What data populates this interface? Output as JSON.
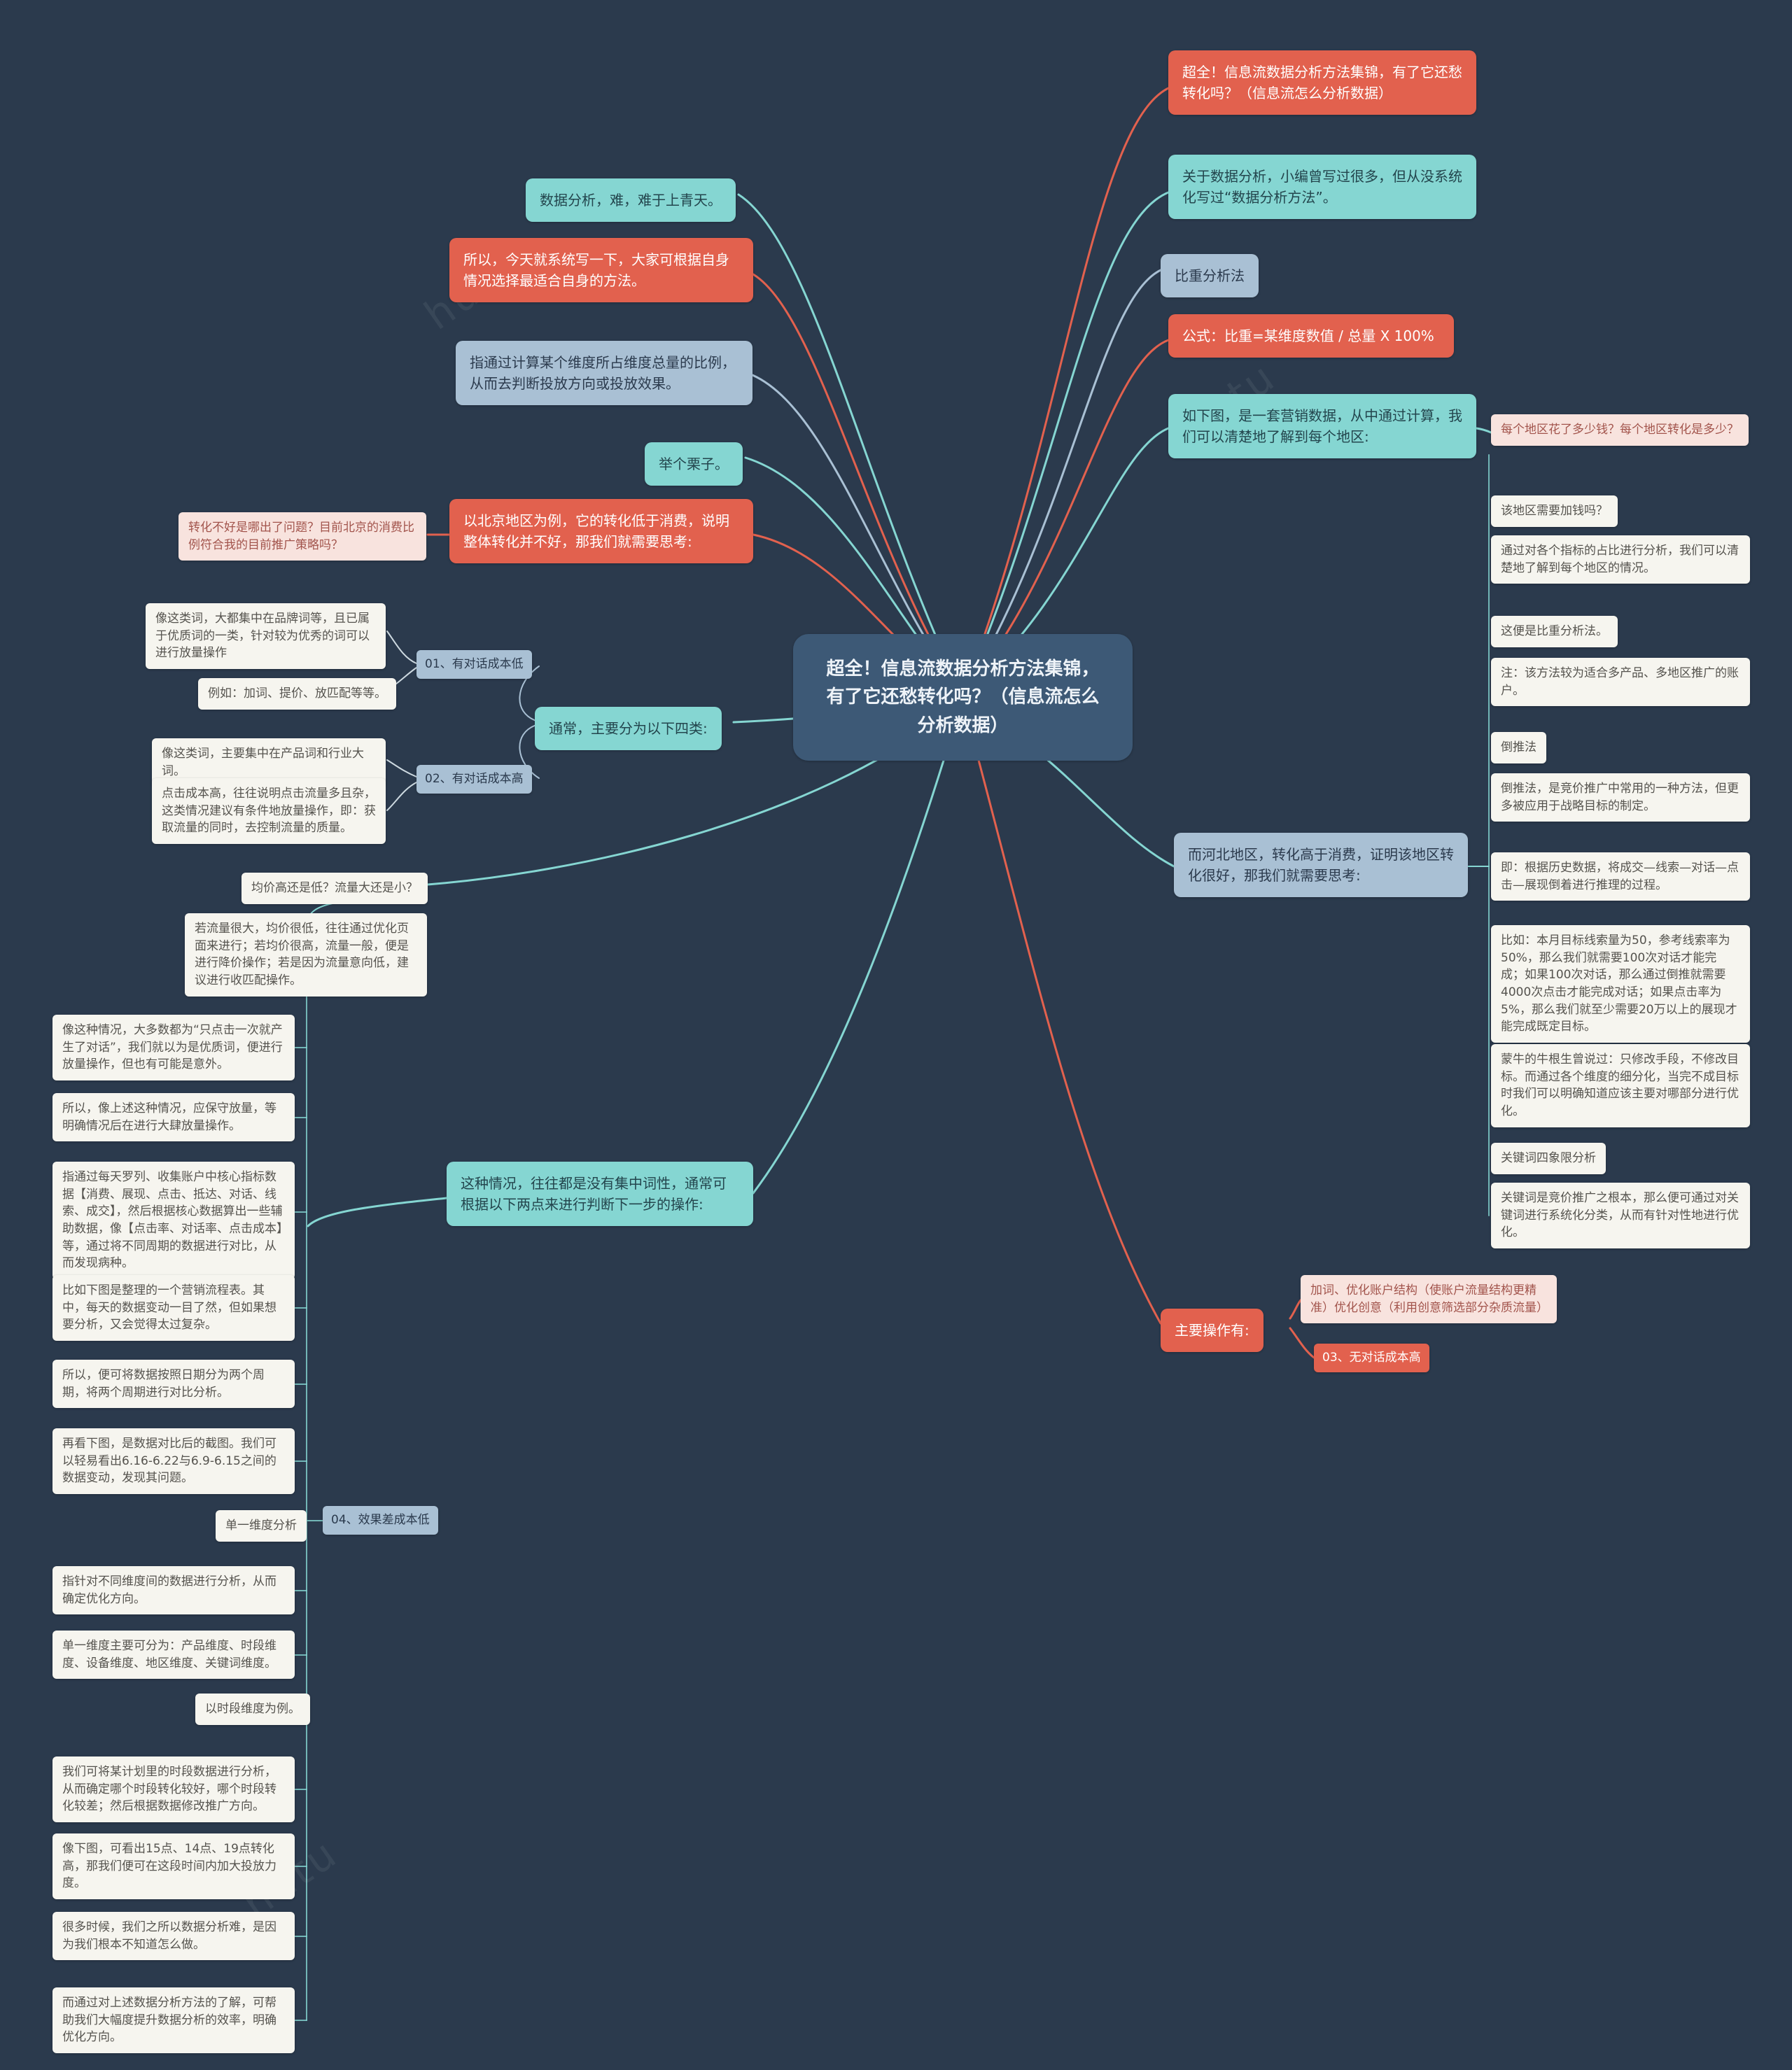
{
  "colors": {
    "background": "#2b3a4d",
    "orange": "#e2614e",
    "teal": "#85d6d2",
    "gray_blue": "#a9c0d4",
    "pink": "#f8e3de",
    "white_node": "#f6f5ef",
    "center_node": "#3d5976"
  },
  "watermark": {
    "text": "hutu"
  },
  "nodes": {
    "center": {
      "text": "超全！信息流数据分析方法集锦，有了它还愁转化吗？（信息流怎么分析数据）"
    },
    "title_top": {
      "text": "超全！信息流数据分析方法集锦，有了它还愁转化吗？（信息流怎么分析数据）"
    },
    "about": {
      "text": "关于数据分析，小编曾写过很多，但从没系统化写过“数据分析方法”。"
    },
    "bizhongfa": {
      "text": "比重分析法"
    },
    "formula": {
      "text": "公式：比重=某维度数值 / 总量 X 100%"
    },
    "rutuxia": {
      "text": "如下图，是一套营销数据，从中通过计算，我们可以清楚地了解到每个地区:"
    },
    "pink_region": {
      "text": "每个地区花了多少钱？每个地区转化是多少？"
    },
    "r_need_money": {
      "text": "该地区需要加钱吗？"
    },
    "r_zhanbi": {
      "text": "通过对各个指标的占比进行分析，我们可以清楚地了解到每个地区的情况。"
    },
    "r_this_is": {
      "text": "这便是比重分析法。"
    },
    "r_note": {
      "text": "注：该方法较为适合多产品、多地区推广的账户。"
    },
    "r_daotuifa": {
      "text": "倒推法"
    },
    "r_daotui_desc": {
      "text": "倒推法，是竞价推广中常用的一种方法，但更多被应用于战略目标的制定。"
    },
    "r_daotui_ji": {
      "text": "即：根据历史数据，将成交—线索—对话—点击—展现倒着进行推理的过程。"
    },
    "r_daotui_eg": {
      "text": "比如：本月目标线索量为50，参考线索率为50%，那么我们就需要100次对话才能完成；如果100次对话，那么通过倒推就需要4000次点击才能完成对话；如果点击率为5%，那么我们就至少需要20万以上的展现才能完成既定目标。"
    },
    "r_mengniu": {
      "text": "蒙牛的牛根生曾说过：只修改手段，不修改目标。而通过各个维度的细分化，当完不成目标时我们可以明确知道应该主要对哪部分进行优化。"
    },
    "r_quadrant": {
      "text": "关键词四象限分析"
    },
    "r_keyword": {
      "text": "关键词是竞价推广之根本，那么便可通过对关键词进行系统化分类，从而有针对性地进行优化。"
    },
    "hebei": {
      "text": "而河北地区，转化高于消费，证明该地区转化很好，那我们就需要思考:"
    },
    "nan": {
      "text": "数据分析，难，难于上青天。"
    },
    "suoyi_today": {
      "text": "所以，今天就系统写一下，大家可根据自身情况选择最适合自身的方法。"
    },
    "zhitong": {
      "text": "指通过计算某个维度所占维度总量的比例，从而去判断投放方向或投放效果。"
    },
    "lizi": {
      "text": "举个栗子。"
    },
    "beijing": {
      "text": "以北京地区为例，它的转化低于消费，说明整体转化并不好，那我们就需要思考:"
    },
    "pink_beijing": {
      "text": "转化不好是哪出了问题？目前北京的消费比例符合我的目前推广策略吗？"
    },
    "four_types": {
      "text": "通常，主要分为以下四类:"
    },
    "t01": {
      "text": "01、有对话成本低"
    },
    "t01_brand": {
      "text": "像这类词，大都集中在品牌词等，且已属于优质词的一类，针对较为优秀的词可以进行放量操作"
    },
    "t01_eg": {
      "text": "例如：加词、提价、放匹配等等。"
    },
    "t02": {
      "text": "02、有对话成本高"
    },
    "t02_word": {
      "text": "像这类词，主要集中在产品词和行业大词。"
    },
    "t02_click": {
      "text": "点击成本高，往往说明点击流量多且杂，这类情况建议有条件地放量操作，即：获取流量的同时，去控制流量的质量。"
    },
    "junjia": {
      "text": "均价高还是低？流量大还是小？"
    },
    "ruoliu": {
      "text": "若流量很大，均价很低，往往通过优化页面来进行；若均价很高，流量一般，便是进行降价操作；若是因为流量意向低，建议进行收匹配操作。"
    },
    "l_dianji_once": {
      "text": "像这种情况，大多数都为“只点击一次就产生了对话”，我们就以为是优质词，便进行放量操作，但也有可能是意外。"
    },
    "l_baoshou": {
      "text": "所以，像上述这种情况，应保守放量，等明确情况后在进行大肆放量操作。"
    },
    "l_luolie": {
      "text": "指通过每天罗列、收集账户中核心指标数据【消费、展现、点击、抵达、对话、线索、成交】，然后根据核心数据算出一些辅助数据，像【点击率、对话率、点击成本】等，通过将不同周期的数据进行对比，从而发现病种。"
    },
    "zhezhong": {
      "text": "这种情况，往往都是没有集中词性，通常可根据以下两点来进行判断下一步的操作:"
    },
    "l_liucheng": {
      "text": "比如下图是整理的一个营销流程表。其中，每天的数据变动一目了然，但如果想要分析，又会觉得太过复杂。"
    },
    "l_zhouqi": {
      "text": "所以，便可将数据按照日期分为两个周期，将两个周期进行对比分析。"
    },
    "l_duibi": {
      "text": "再看下图，是数据对比后的截图。我们可以轻易看出6.16-6.22与6.9-6.15之间的数据变动，发现其问题。"
    },
    "t04": {
      "text": "04、效果差成本低"
    },
    "danyi": {
      "text": "单一维度分析"
    },
    "l_weidu_def": {
      "text": "指针对不同维度间的数据进行分析，从而确定优化方向。"
    },
    "l_weidu_types": {
      "text": "单一维度主要可分为：产品维度、时段维度、设备维度、地区维度、关键词维度。"
    },
    "l_shiduan_eg": {
      "text": "以时段维度为例。"
    },
    "l_jihua": {
      "text": "我们可将某计划里的时段数据进行分析，从而确定哪个时段转化较好，哪个时段转化较差；然后根据数据修改推广方向。"
    },
    "l_1519": {
      "text": "像下图，可看出15点、14点、19点转化高，那我们便可在这段时间内加大投放力度。"
    },
    "l_hard": {
      "text": "很多时候，我们之所以数据分析难，是因为我们根本不知道怎么做。"
    },
    "l_improve": {
      "text": "而通过对上述数据分析方法的了解，可帮助我们大幅度提升数据分析的效率，明确优化方向。"
    },
    "zhuyao": {
      "text": "主要操作有:"
    },
    "pink_jiaci": {
      "text": "加词、优化账户结构（使账户流量结构更精准）优化创意（利用创意筛选部分杂质流量）"
    },
    "t03": {
      "text": "03、无对话成本高"
    }
  }
}
